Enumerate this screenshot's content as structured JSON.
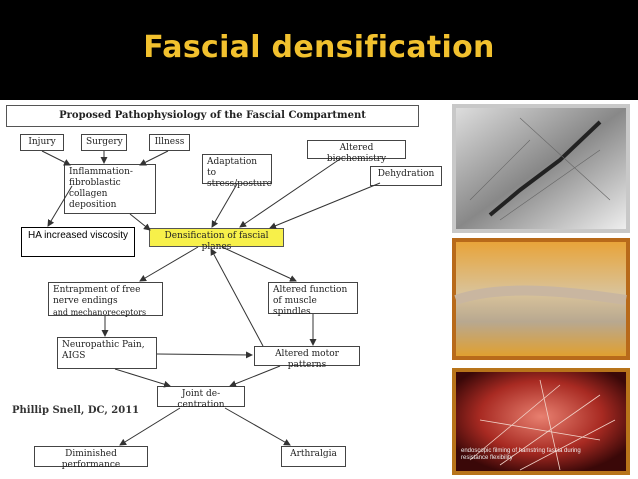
{
  "slide": {
    "title": "Fascial densification",
    "diagram_title": "Proposed Pathophysiology of the Fascial Compartment",
    "nodes": {
      "injury": "Injury",
      "surgery": "Surgery",
      "illness": "Illness",
      "inflammation": "Inflammation-fibroblastic collagen deposition",
      "adaptation": "Adaptation to stress/posture",
      "altered_biochemistry": "Altered biochemistry",
      "dehydration": "Dehydration",
      "densification": "Densification of fascial planes",
      "ha_viscosity": "HA increased viscosity",
      "entrapment": "Entrapment of free nerve endings",
      "entrapment_sub": "and mechanoreceptors",
      "altered_spindles": "Altered function of muscle spindles",
      "neuropathic": "Neuropathic Pain, AIGS",
      "altered_motor": "Altered motor patterns",
      "joint": "Joint de-centration",
      "diminished": "Diminished performance",
      "arthralgia": "Arthralgia"
    },
    "credit": "Phillip Snell, DC, 2011",
    "photo_caption": "endoscopic filming of hamstring fascia during resistance flexibility"
  }
}
